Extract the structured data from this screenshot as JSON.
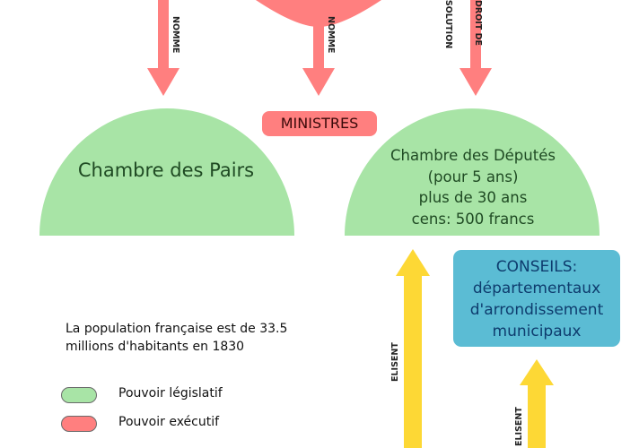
{
  "nodes": {
    "chambre_pairs": "Chambre des Pairs",
    "chambre_deputes": [
      "Chambre des Députés",
      "(pour 5 ans)",
      "plus de 30 ans",
      "cens: 500 francs"
    ],
    "ministres": "MINISTRES",
    "conseils": [
      "CONSEILS:",
      "départementaux",
      "d'arrondissement",
      "municipaux"
    ]
  },
  "edges": {
    "nomme_left": "NOMME",
    "nomme_center": "NOMME",
    "droit_dissolution": [
      "DROIT DE",
      "DISSOLUTION"
    ],
    "elisent_left": "ELISENT",
    "elisent_right": "ELISENT"
  },
  "info": {
    "population": "La population française est de 33.5 millions d'habitants en 1830"
  },
  "legend": {
    "legislatif": "Pouvoir législatif",
    "executif": "Pouvoir exécutif"
  },
  "colors": {
    "legislatif": "#a8e4a6",
    "executif": "#ff7f7f",
    "electoral": "#fdd835",
    "conseils": "#5bbcd4"
  }
}
